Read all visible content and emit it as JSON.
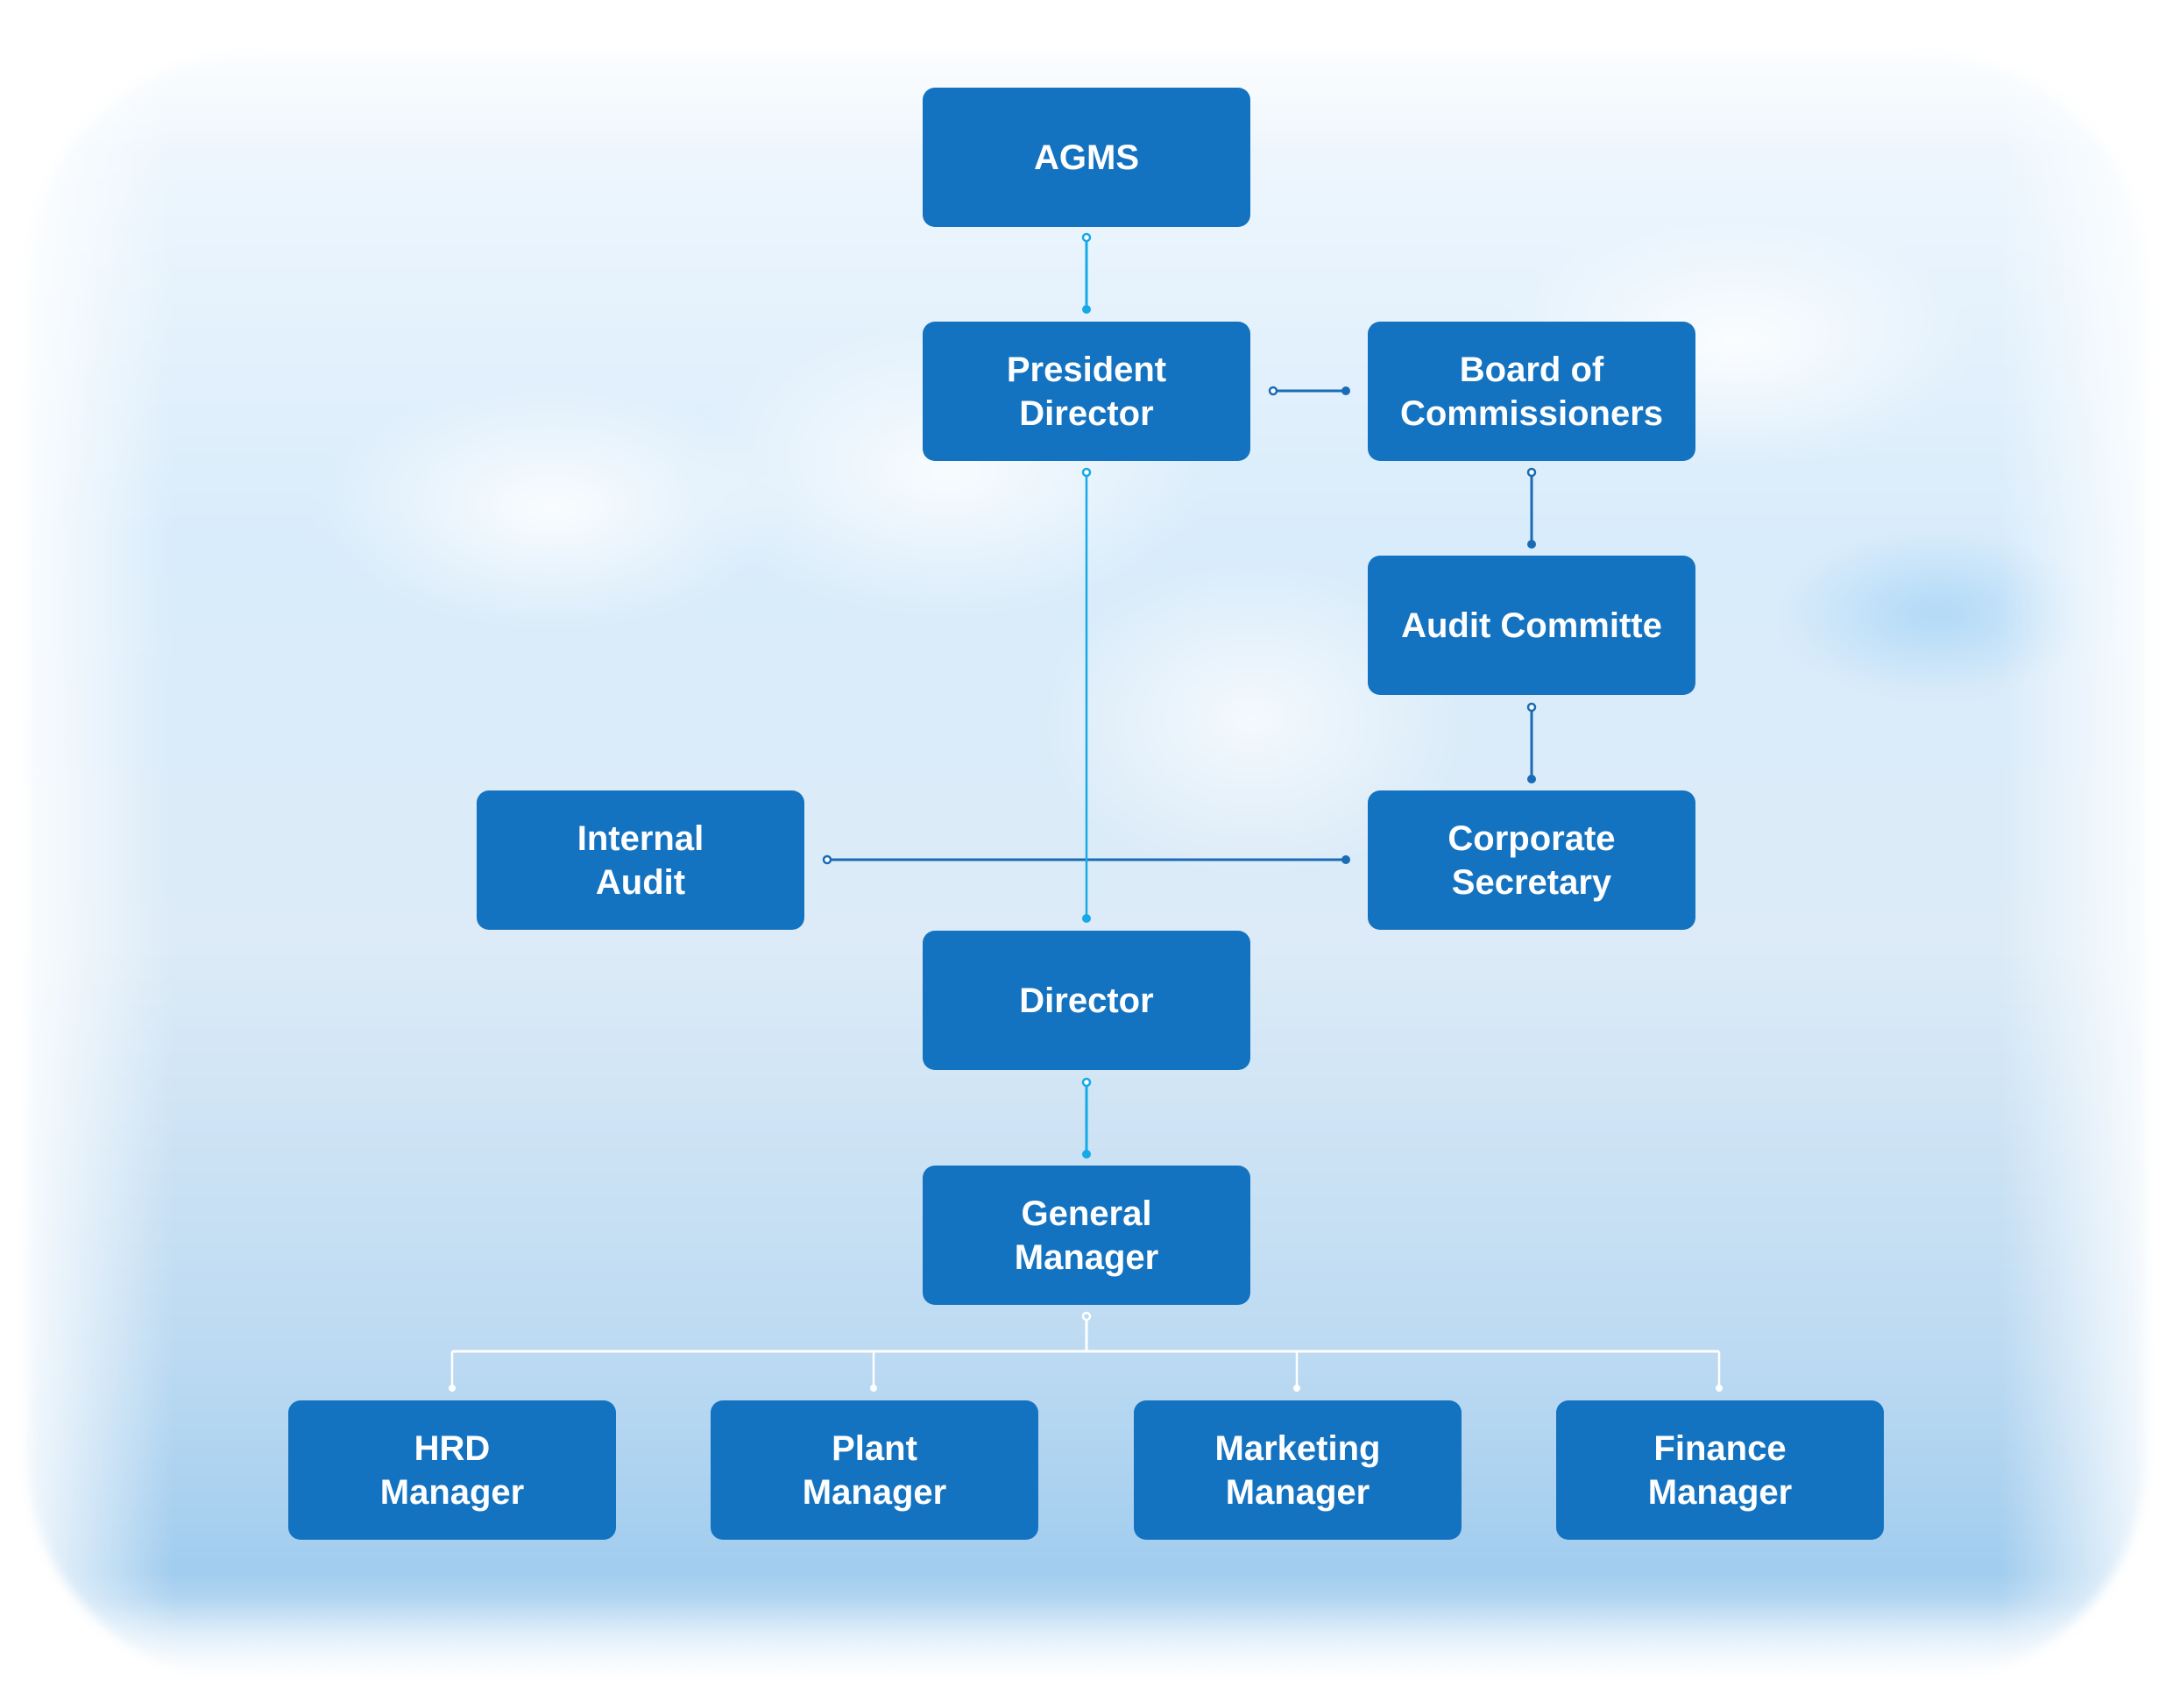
{
  "diagram": {
    "type": "organization-chart",
    "colors": {
      "box": "#1473C0",
      "box_text": "#FFFFFF",
      "connector_primary": "#16A9E8",
      "connector_secondary": "#1A6BB5",
      "connector_bottom": "#FFFFFF"
    },
    "nodes": {
      "agms": {
        "line1": "AGMS",
        "line2": ""
      },
      "president_director": {
        "line1": "President",
        "line2": "Director"
      },
      "board_of_commissioners": {
        "line1": "Board of",
        "line2": "Commissioners"
      },
      "audit_committe": {
        "line1": "Audit Committe",
        "line2": ""
      },
      "internal_audit": {
        "line1": "Internal",
        "line2": "Audit"
      },
      "corporate_secretary": {
        "line1": "Corporate",
        "line2": "Secretary"
      },
      "director": {
        "line1": "Director",
        "line2": ""
      },
      "general_manager": {
        "line1": "General",
        "line2": "Manager"
      },
      "hrd_manager": {
        "line1": "HRD",
        "line2": "Manager"
      },
      "plant_manager": {
        "line1": "Plant",
        "line2": "Manager"
      },
      "marketing_manager": {
        "line1": "Marketing",
        "line2": "Manager"
      },
      "finance_manager": {
        "line1": "Finance",
        "line2": "Manager"
      }
    },
    "edges": [
      {
        "from": "AGMS",
        "to": "President Director"
      },
      {
        "from": "President Director",
        "to": "Board of Commissioners"
      },
      {
        "from": "Board of Commissioners",
        "to": "Audit Committe"
      },
      {
        "from": "Audit Committe",
        "to": "Corporate Secretary"
      },
      {
        "from": "President Director",
        "to": "Director"
      },
      {
        "from": "Internal Audit",
        "to": "Corporate Secretary"
      },
      {
        "from": "Director",
        "to": "General Manager"
      },
      {
        "from": "General Manager",
        "to": "HRD Manager"
      },
      {
        "from": "General Manager",
        "to": "Plant Manager"
      },
      {
        "from": "General Manager",
        "to": "Marketing Manager"
      },
      {
        "from": "General Manager",
        "to": "Finance Manager"
      }
    ]
  }
}
